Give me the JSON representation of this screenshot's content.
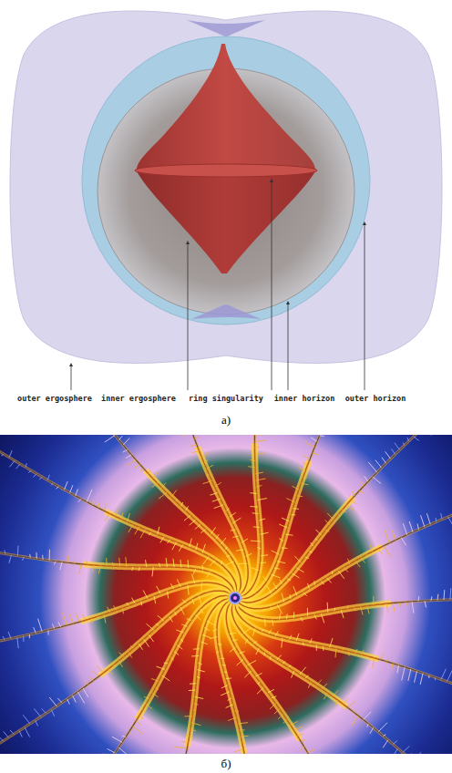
{
  "diagram": {
    "labels": [
      "outer ergosphere",
      "inner ergosphere",
      "ring singularity",
      "inner horizon",
      "outer horizon",
      "а)",
      "б)"
    ]
  }
}
